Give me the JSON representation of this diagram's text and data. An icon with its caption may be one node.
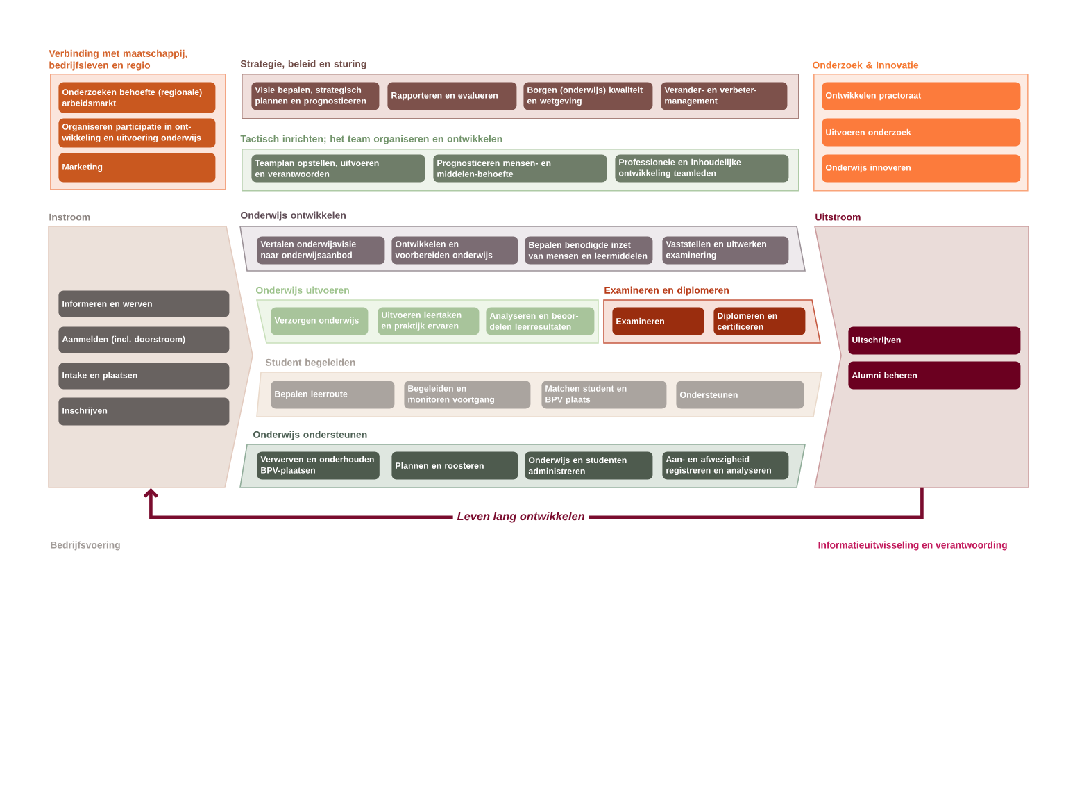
{
  "diagram": {
    "nodes": [
      {
        "text": [
          "Verbinding met maatschappij, bedrijfsleven en regio"
        ]
      },
      {
        "text": [
          "Onderzoeken behoefte (regionale) arbeidsmarkt"
        ],
        "in": 0
      },
      {
        "text": [
          "Organiseren participatie in ont-wikkeling en uitvoering onderwijs"
        ],
        "in": 0
      },
      {
        "text": [
          "Marketing"
        ],
        "in": 0
      },
      {
        "text": [
          "Strategie, beleid en sturing"
        ]
      },
      {
        "text": [
          "Visie bepalen, strategisch plannen en prognosticeren"
        ],
        "in": 4
      },
      {
        "text": [
          "Rapporteren en evalueren"
        ],
        "in": 4
      },
      {
        "text": [
          "Borgen (onderwijs) kwaliteit en wetgeving"
        ],
        "in": 4
      },
      {
        "text": [
          "Verander- en verbeter-management"
        ],
        "in": 4
      },
      {
        "text": [
          "Onderzoek & Innovatie"
        ]
      },
      {
        "text": [
          "Ontwikkelen practoraat"
        ],
        "in": 9
      },
      {
        "text": [
          "Uitvoeren onderzoek"
        ],
        "in": 9
      },
      {
        "text": [
          "Onderwijs innoveren"
        ],
        "in": 9
      },
      {
        "text": [
          "Tactisch inrichten; het team organiseren en ontwikkelen"
        ]
      },
      {
        "text": [
          "Teamplan opstellen, uitvoeren en verantwoorden"
        ],
        "in": 13
      },
      {
        "text": [
          "Prognosticeren mensen- en middelen-behoefte"
        ],
        "in": 13
      },
      {
        "text": [
          "Professionele en inhoudelijke ontwikkeling teamleden"
        ],
        "in": 13
      },
      {
        "text": [
          "Instroom"
        ]
      },
      {
        "text": [
          "Informeren en werven"
        ],
        "in": 17
      },
      {
        "text": [
          "Aanmelden (incl. doorstroom)"
        ],
        "in": 17
      },
      {
        "text": [
          "Intake en plaatsen"
        ],
        "in": 17
      },
      {
        "text": [
          "Inschrijven"
        ],
        "in": 17
      },
      {
        "text": [
          "Onderwijs ontwikkelen"
        ]
      },
      {
        "text": [
          "Vertalen onderwijsvisie naar onderwijsaanbod"
        ],
        "in": 22
      },
      {
        "text": [
          "Ontwikkelen en voorbereiden onderwijs"
        ],
        "in": 22
      },
      {
        "text": [
          "Bepalen benodigde inzet van mensen en leermiddelen"
        ],
        "in": 22
      },
      {
        "text": [
          "Vaststellen en uitwerken examinering"
        ],
        "in": 22
      },
      {
        "text": [
          "Onderwijs uitvoeren"
        ]
      },
      {
        "text": [
          "Verzorgen onderwijs"
        ],
        "in": 27
      },
      {
        "text": [
          "Uitvoeren leertaken en praktijk ervaren"
        ],
        "in": 27
      },
      {
        "text": [
          "Analyseren en beoor-delen leerresultaten"
        ],
        "in": 27
      },
      {
        "text": [
          "Examineren en diplomeren"
        ]
      },
      {
        "text": [
          "Examineren"
        ],
        "in": 31
      },
      {
        "text": [
          "Diplomeren en certificeren"
        ],
        "in": 31
      },
      {
        "text": [
          "Student begeleiden"
        ]
      },
      {
        "text": [
          "Bepalen leerroute"
        ],
        "in": 34
      },
      {
        "text": [
          "Begeleiden en monitoren voortgang"
        ],
        "in": 34
      },
      {
        "text": [
          "Matchen student en BPV plaats"
        ],
        "in": 34
      },
      {
        "text": [
          "Ondersteunen"
        ],
        "in": 34
      },
      {
        "text": [
          "Onderwijs ondersteunen"
        ]
      },
      {
        "text": [
          "Verwerven en onderhouden BPV-plaatsen"
        ],
        "in": 39
      },
      {
        "text": [
          "Plannen en roosteren"
        ],
        "in": 39
      },
      {
        "text": [
          "Onderwijs en studenten administreren"
        ],
        "in": 39
      },
      {
        "text": [
          "Aan- en afwezigheid registreren en analyseren"
        ],
        "in": 39
      },
      {
        "text": [
          "Uitstroom"
        ]
      },
      {
        "text": [
          "Uitschrijven"
        ],
        "in": 44
      },
      {
        "text": [
          "Alumni beheren"
        ],
        "in": 44
      }
    ],
    "edges": [
      {
        "from": 44,
        "to": 17,
        "arrow": "to",
        "label": "Leven lang ontwikkelen"
      }
    ],
    "labels": [
      "Bedrijfsvoering",
      "Informatieuitwisseling en verantwoording"
    ]
  }
}
